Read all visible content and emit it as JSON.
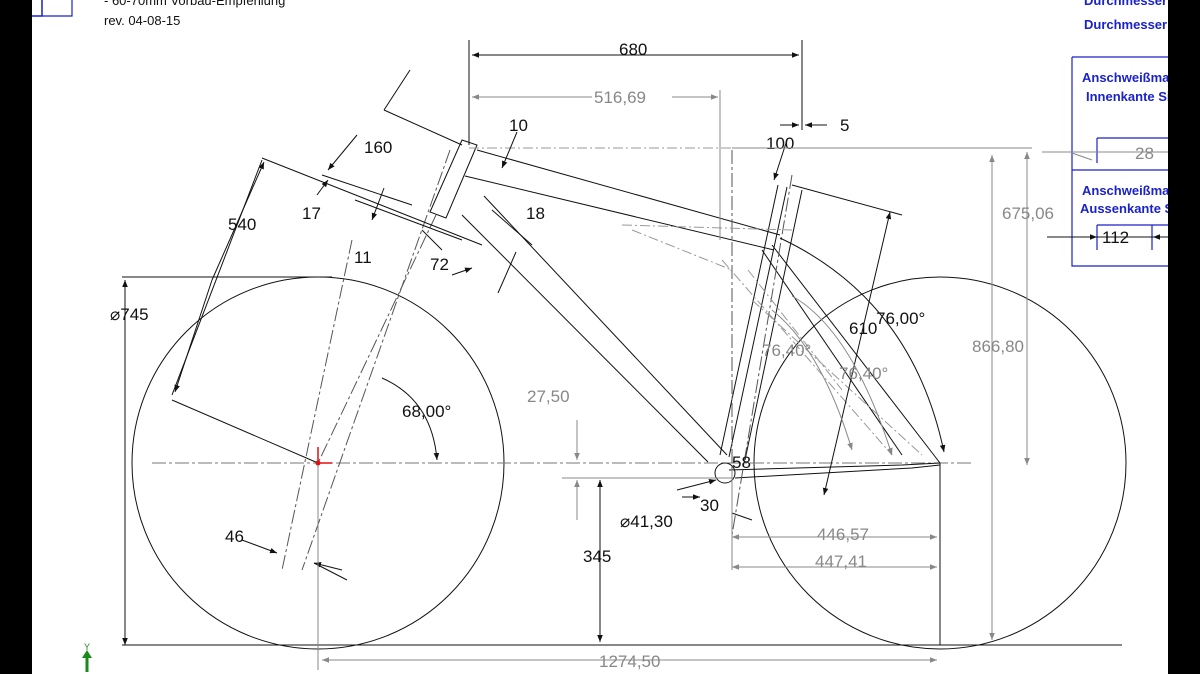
{
  "header": {
    "note_line1": "- 60-70mm Vorbau-Empfehlung",
    "note_line2": "rev. 04-08-15"
  },
  "side_panel": {
    "label_durchmesser_1": "Durchmesser",
    "label_durchmesser_2": "Durchmesser",
    "inner_title_1": "Anschweißma",
    "inner_title_2": "Innenkante Si",
    "inner_value": "28",
    "outer_title_1": "Anschweißma",
    "outer_title_2": "Aussenkante S",
    "outer_value": "112"
  },
  "dimensions": {
    "top_length": "680",
    "reach_gray": "516,69",
    "head_offset": "10",
    "seat_offset": "5",
    "seat_tube_extension": "100",
    "fork_rake_stack": "160",
    "fork_length": "540",
    "tube_17": "17",
    "tube_18": "18",
    "tube_11": "11",
    "headtube_72": "72",
    "stack_gray": "675,06",
    "wheel_diameter": "⌀745",
    "seat_tube_length": "610",
    "seat_angle": "76,00°",
    "seat_angle_alt1": "76,40°",
    "seat_angle_alt2": "76,40°",
    "overall_height": "866,80",
    "head_angle": "68,00°",
    "bb_drop": "27,50",
    "bb_58": "58",
    "bb_diameter": "⌀41,30",
    "bb_30": "30",
    "chainstay_1": "446,57",
    "chainstay_2": "447,41",
    "fork_offset": "46",
    "bb_height": "345",
    "wheelbase": "1274,50"
  },
  "axis_indicator": {
    "y_label": "Y"
  },
  "colors": {
    "annotation_blue": "#1a22c8",
    "line_black": "#111111",
    "line_gray": "#888888",
    "origin_red": "#e01010",
    "axis_green": "#1a8a1a"
  }
}
